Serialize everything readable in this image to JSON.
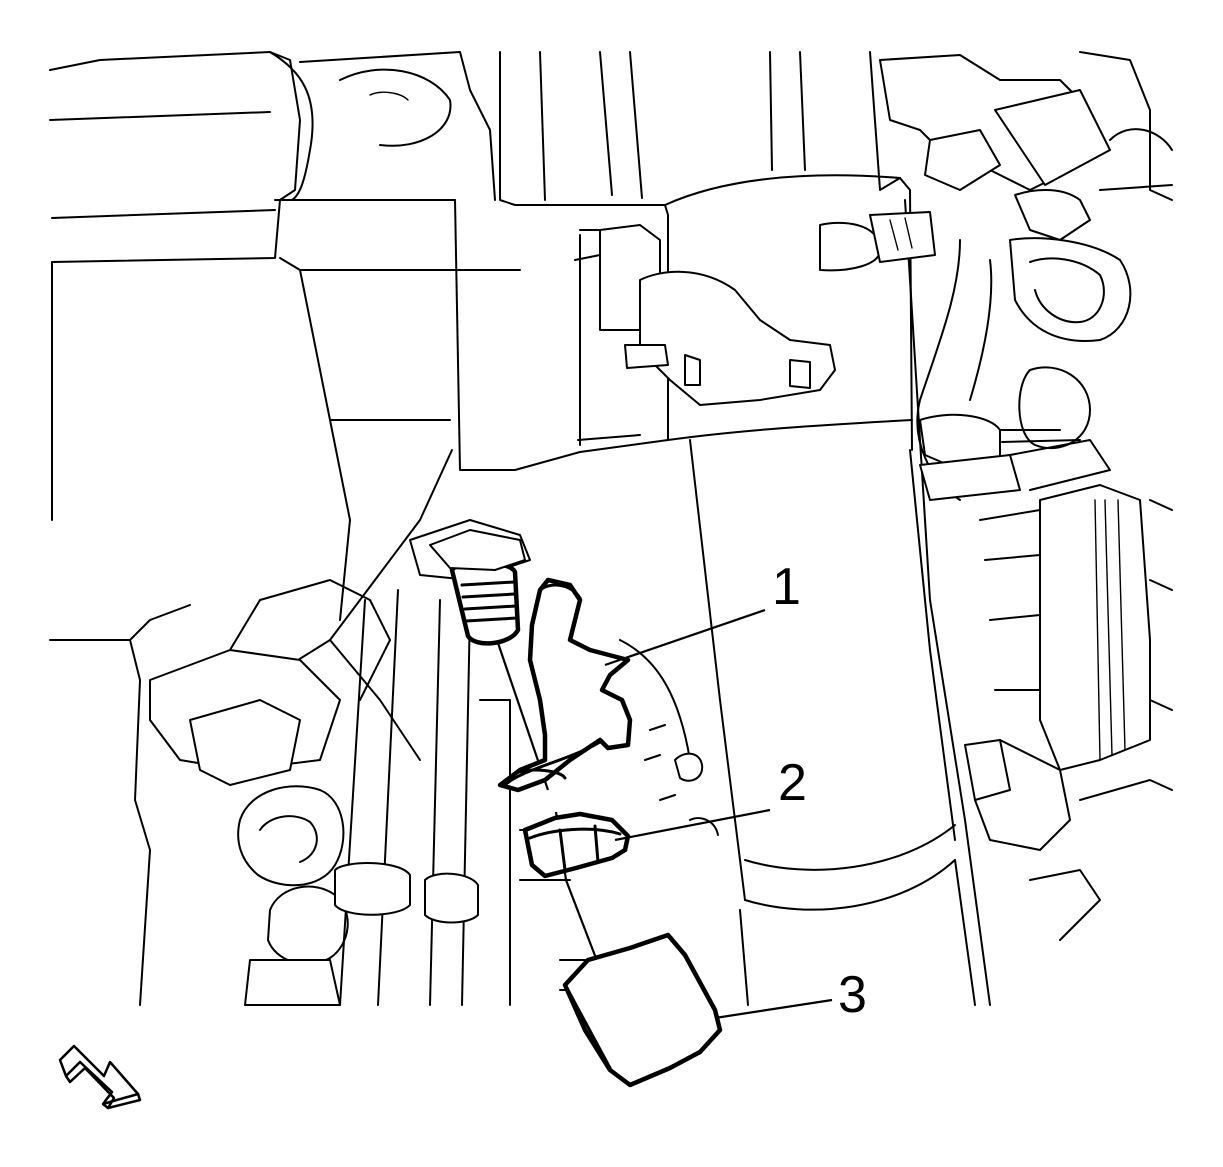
{
  "callouts": [
    {
      "label": "1"
    },
    {
      "label": "2"
    },
    {
      "label": "3"
    }
  ],
  "icons": {
    "view_arrow": "view-direction-arrow-icon"
  },
  "colors": {
    "line": "#000000",
    "background": "#ffffff"
  }
}
